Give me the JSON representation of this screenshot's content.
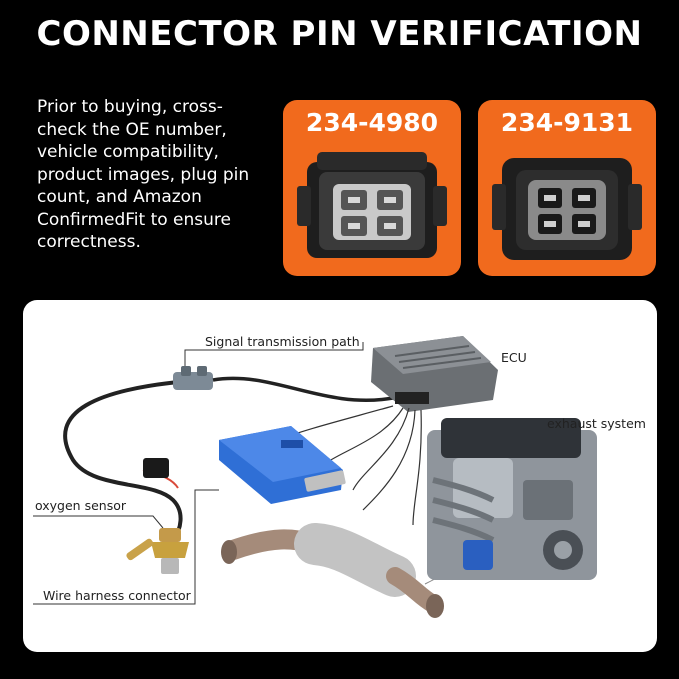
{
  "title": "CONNECTOR PIN VERIFICATION",
  "intro": "Prior to buying, cross-check the OE number, vehicle compatibility, product images, plug pin count, and Amazon ConfirmedFit to ensure correctness.",
  "connectors": [
    {
      "part_number": "234-4980",
      "pin_count": 4
    },
    {
      "part_number": "234-9131",
      "pin_count": 4
    }
  ],
  "diagram": {
    "labels": {
      "signal_path": "Signal transmission path",
      "ecu": "ECU",
      "exhaust_system": "exhaust system",
      "oxygen_sensor": "oxygen sensor",
      "harness_connector": "Wire harness connector"
    }
  },
  "colors": {
    "accent_orange": "#f16a1d",
    "module_blue": "#2f6fd6",
    "background": "#000000"
  }
}
